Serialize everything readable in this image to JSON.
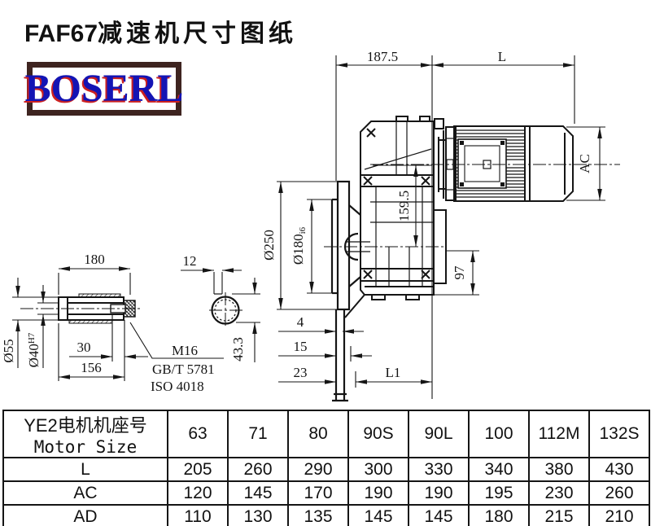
{
  "title": {
    "model": "FAF67",
    "cn": "减速机尺寸图纸"
  },
  "logo_text": "BOSERL",
  "dims": {
    "top_left": "187.5",
    "top_right": "L",
    "motor_height": "AC",
    "axis_distance": "159.5",
    "output_height": "97",
    "flange_od": "Ø250",
    "spigot_od": "Ø180",
    "spigot_tol": "i6",
    "shaft_len": "180",
    "key_width": "12",
    "shaft_od": "Ø55",
    "bore": "Ø40",
    "bore_tol": "H7",
    "thread_len": "30",
    "hub_len": "156",
    "key_height": "43.3",
    "bolt": "M16",
    "std1": "GB/T 5781",
    "std2": "ISO 4018",
    "spigot_depth": "4",
    "flange_thk": "15",
    "leg": "23",
    "l1": "L1"
  },
  "table": {
    "header_cn": "YE2电机机座号",
    "header_en": "Motor Size",
    "columns": [
      "63",
      "71",
      "80",
      "90S",
      "90L",
      "100",
      "112M",
      "132S"
    ],
    "rows": [
      {
        "label": "L",
        "values": [
          "205",
          "260",
          "290",
          "300",
          "330",
          "340",
          "380",
          "430"
        ]
      },
      {
        "label": "AC",
        "values": [
          "120",
          "145",
          "170",
          "190",
          "190",
          "195",
          "230",
          "260"
        ]
      },
      {
        "label": "AD",
        "values": [
          "110",
          "130",
          "135",
          "145",
          "145",
          "180",
          "215",
          "210"
        ]
      }
    ]
  }
}
